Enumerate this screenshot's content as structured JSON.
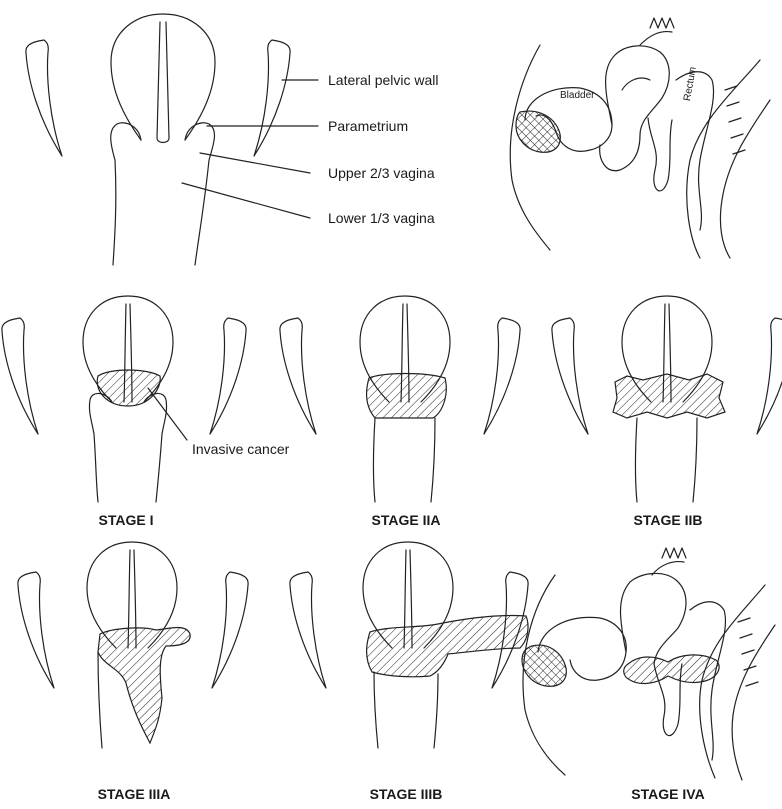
{
  "labels": {
    "lateral_pelvic_wall": "Lateral pelvic wall",
    "parametrium": "Parametrium",
    "upper_vagina": "Upper 2/3 vagina",
    "lower_vagina": "Lower 1/3 vagina",
    "invasive_cancer": "Invasive cancer",
    "bladder": "Bladder",
    "rectum": "Rectum"
  },
  "stages": [
    "STAGE I",
    "STAGE IIA",
    "STAGE IIB",
    "STAGE IIIA",
    "STAGE IIIB",
    "STAGE IVA"
  ]
}
